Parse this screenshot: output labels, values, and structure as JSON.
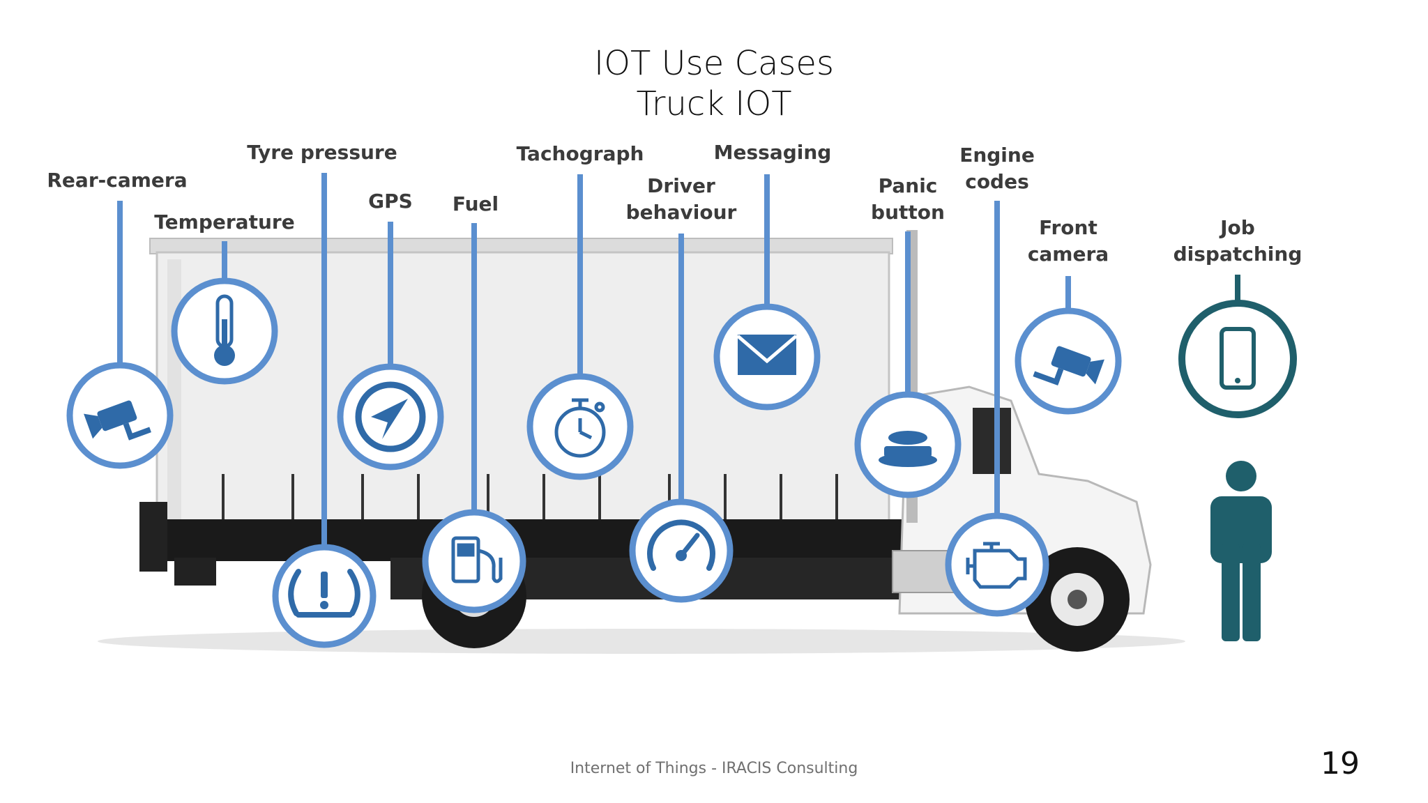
{
  "slide": {
    "title_line1": "IOT Use Cases",
    "title_line2": "Truck IOT",
    "footer": "Internet of Things - IRACIS Consulting",
    "page_number": "19"
  },
  "labels": {
    "rear_camera": "Rear-camera",
    "temperature": "Temperature",
    "tyre_pressure": "Tyre pressure",
    "gps": "GPS",
    "fuel": "Fuel",
    "tachograph": "Tachograph",
    "driver_behaviour_1": "Driver",
    "driver_behaviour_2": "behaviour",
    "messaging": "Messaging",
    "panic_button_1": "Panic",
    "panic_button_2": "button",
    "engine_codes_1": "Engine",
    "engine_codes_2": "codes",
    "front_camera_1": "Front",
    "front_camera_2": "camera",
    "job_dispatching_1": "Job",
    "job_dispatching_2": "dispatching"
  },
  "colors": {
    "ring_blue": "#5b8fcf",
    "icon_blue": "#2f6aa8",
    "dispatch_teal": "#1f5f6b",
    "truck_body": "#eeeeee",
    "chassis": "#1a1a1a"
  },
  "icons": [
    "video-camera-icon",
    "thermometer-icon",
    "tyre-pressure-warning-icon",
    "gps-navigation-icon",
    "fuel-pump-icon",
    "stopwatch-icon",
    "speedometer-icon",
    "envelope-icon",
    "panic-button-icon",
    "engine-check-icon",
    "smartphone-icon",
    "person-icon"
  ]
}
